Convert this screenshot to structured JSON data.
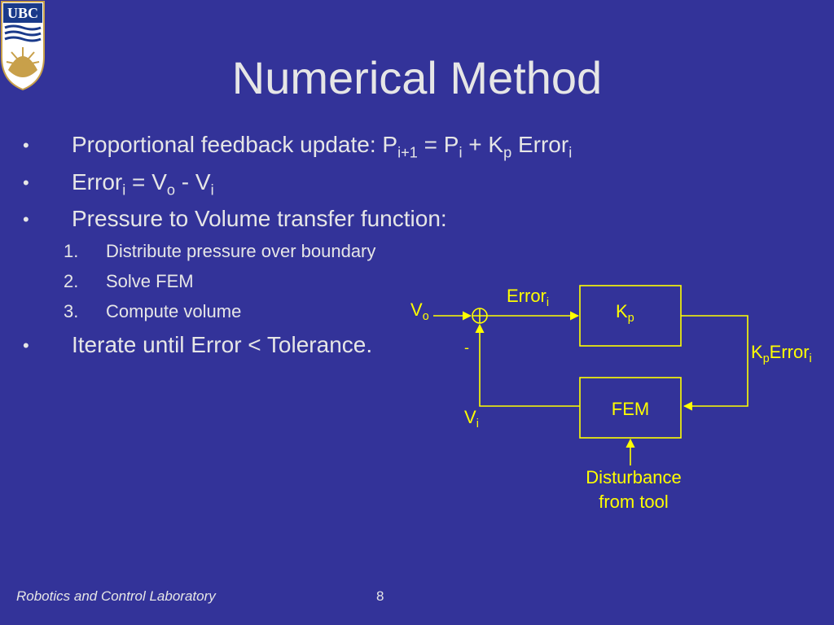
{
  "logo": {
    "text": "UBC"
  },
  "title": "Numerical Method",
  "bullets": {
    "b1": {
      "prefix": "Proportional feedback update: P",
      "s1": "i+1",
      "m1": " = P",
      "s2": "i",
      "m2": " + K",
      "s3": "p",
      "m3": " Error",
      "s4": "i"
    },
    "b2": {
      "prefix": "Error",
      "s1": "i",
      "m1": " = V",
      "s2": "o",
      "m2": " - V",
      "s3": "i"
    },
    "b3": "Pressure to Volume transfer function:",
    "steps": [
      {
        "num": "1.",
        "text": "Distribute pressure over boundary"
      },
      {
        "num": "2.",
        "text": "Solve FEM"
      },
      {
        "num": "3.",
        "text": "Compute volume"
      }
    ],
    "b4": "Iterate until Error < Tolerance.",
    "bullet_char": "•"
  },
  "diagram": {
    "error_label": "Error",
    "error_sub": "i",
    "vo_label": "V",
    "vo_sub": "o",
    "minus": "-",
    "kp_box": "K",
    "kp_sub": "p",
    "kperr_k": "K",
    "kperr_p": "p",
    "kperr_err": "Error",
    "kperr_i": "i",
    "fem_box": "FEM",
    "vi_label": "V",
    "vi_sub": "i",
    "disturbance_line1": "Disturbance",
    "disturbance_line2": "from tool",
    "color": "#ffff00"
  },
  "footer": {
    "lab": "Robotics and Control Laboratory",
    "page": "8"
  }
}
